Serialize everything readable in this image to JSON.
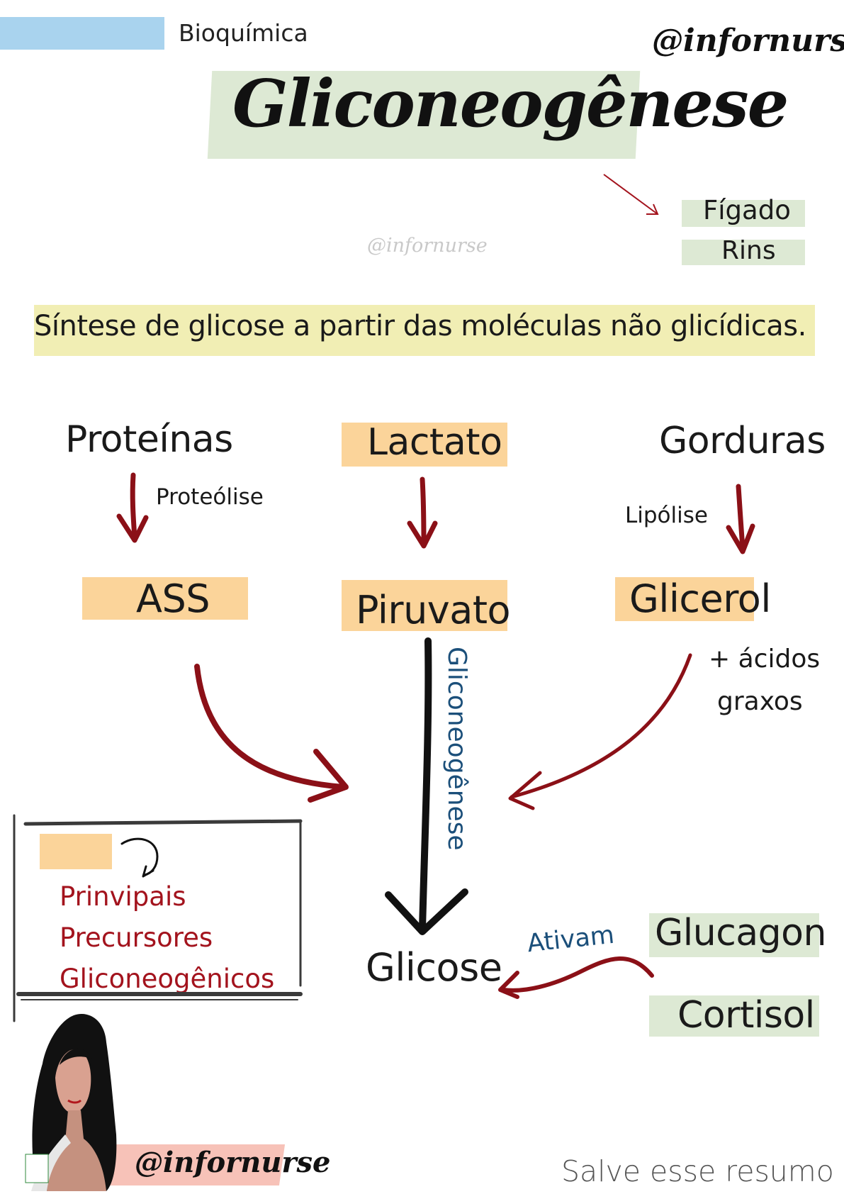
{
  "header": {
    "subject": "Bioquímica",
    "handle_top": "@infornurse",
    "title": "Gliconeogênese",
    "watermark": "@infornurse"
  },
  "organs": [
    "Fígado",
    "Rins"
  ],
  "definition": "Síntese de glicose a partir das moléculas não glicídicas.",
  "diagram": {
    "sources": {
      "proteins": "Proteínas",
      "lactate": "Lactato",
      "fats": "Gorduras"
    },
    "processes": {
      "proteolysis": "Proteólise",
      "lipolysis": "Lipólise",
      "main": "Gliconeogênese"
    },
    "intermediates": {
      "ass": "ASS",
      "pyruvate": "Piruvato",
      "glycerol": "Glicerol"
    },
    "fatty_acids": [
      "+ ácidos",
      "graxos"
    ],
    "product": "Glicose",
    "activators_label": "Ativam",
    "activators": [
      "Glucagon",
      "Cortisol"
    ]
  },
  "note_box": {
    "lines": [
      "Prinvipais",
      "Precursores",
      "Gliconeogênicos"
    ]
  },
  "footer": {
    "handle": "@infornurse",
    "cta": "Salve esse resumo"
  },
  "colors": {
    "arrow_red": "#8b1017",
    "note_red": "#a3131d",
    "blue_text": "#1b4f7a",
    "tape_green": "#dde9d4",
    "tape_orange": "#fbd49a",
    "tape_yellow": "#f1eeb4"
  }
}
